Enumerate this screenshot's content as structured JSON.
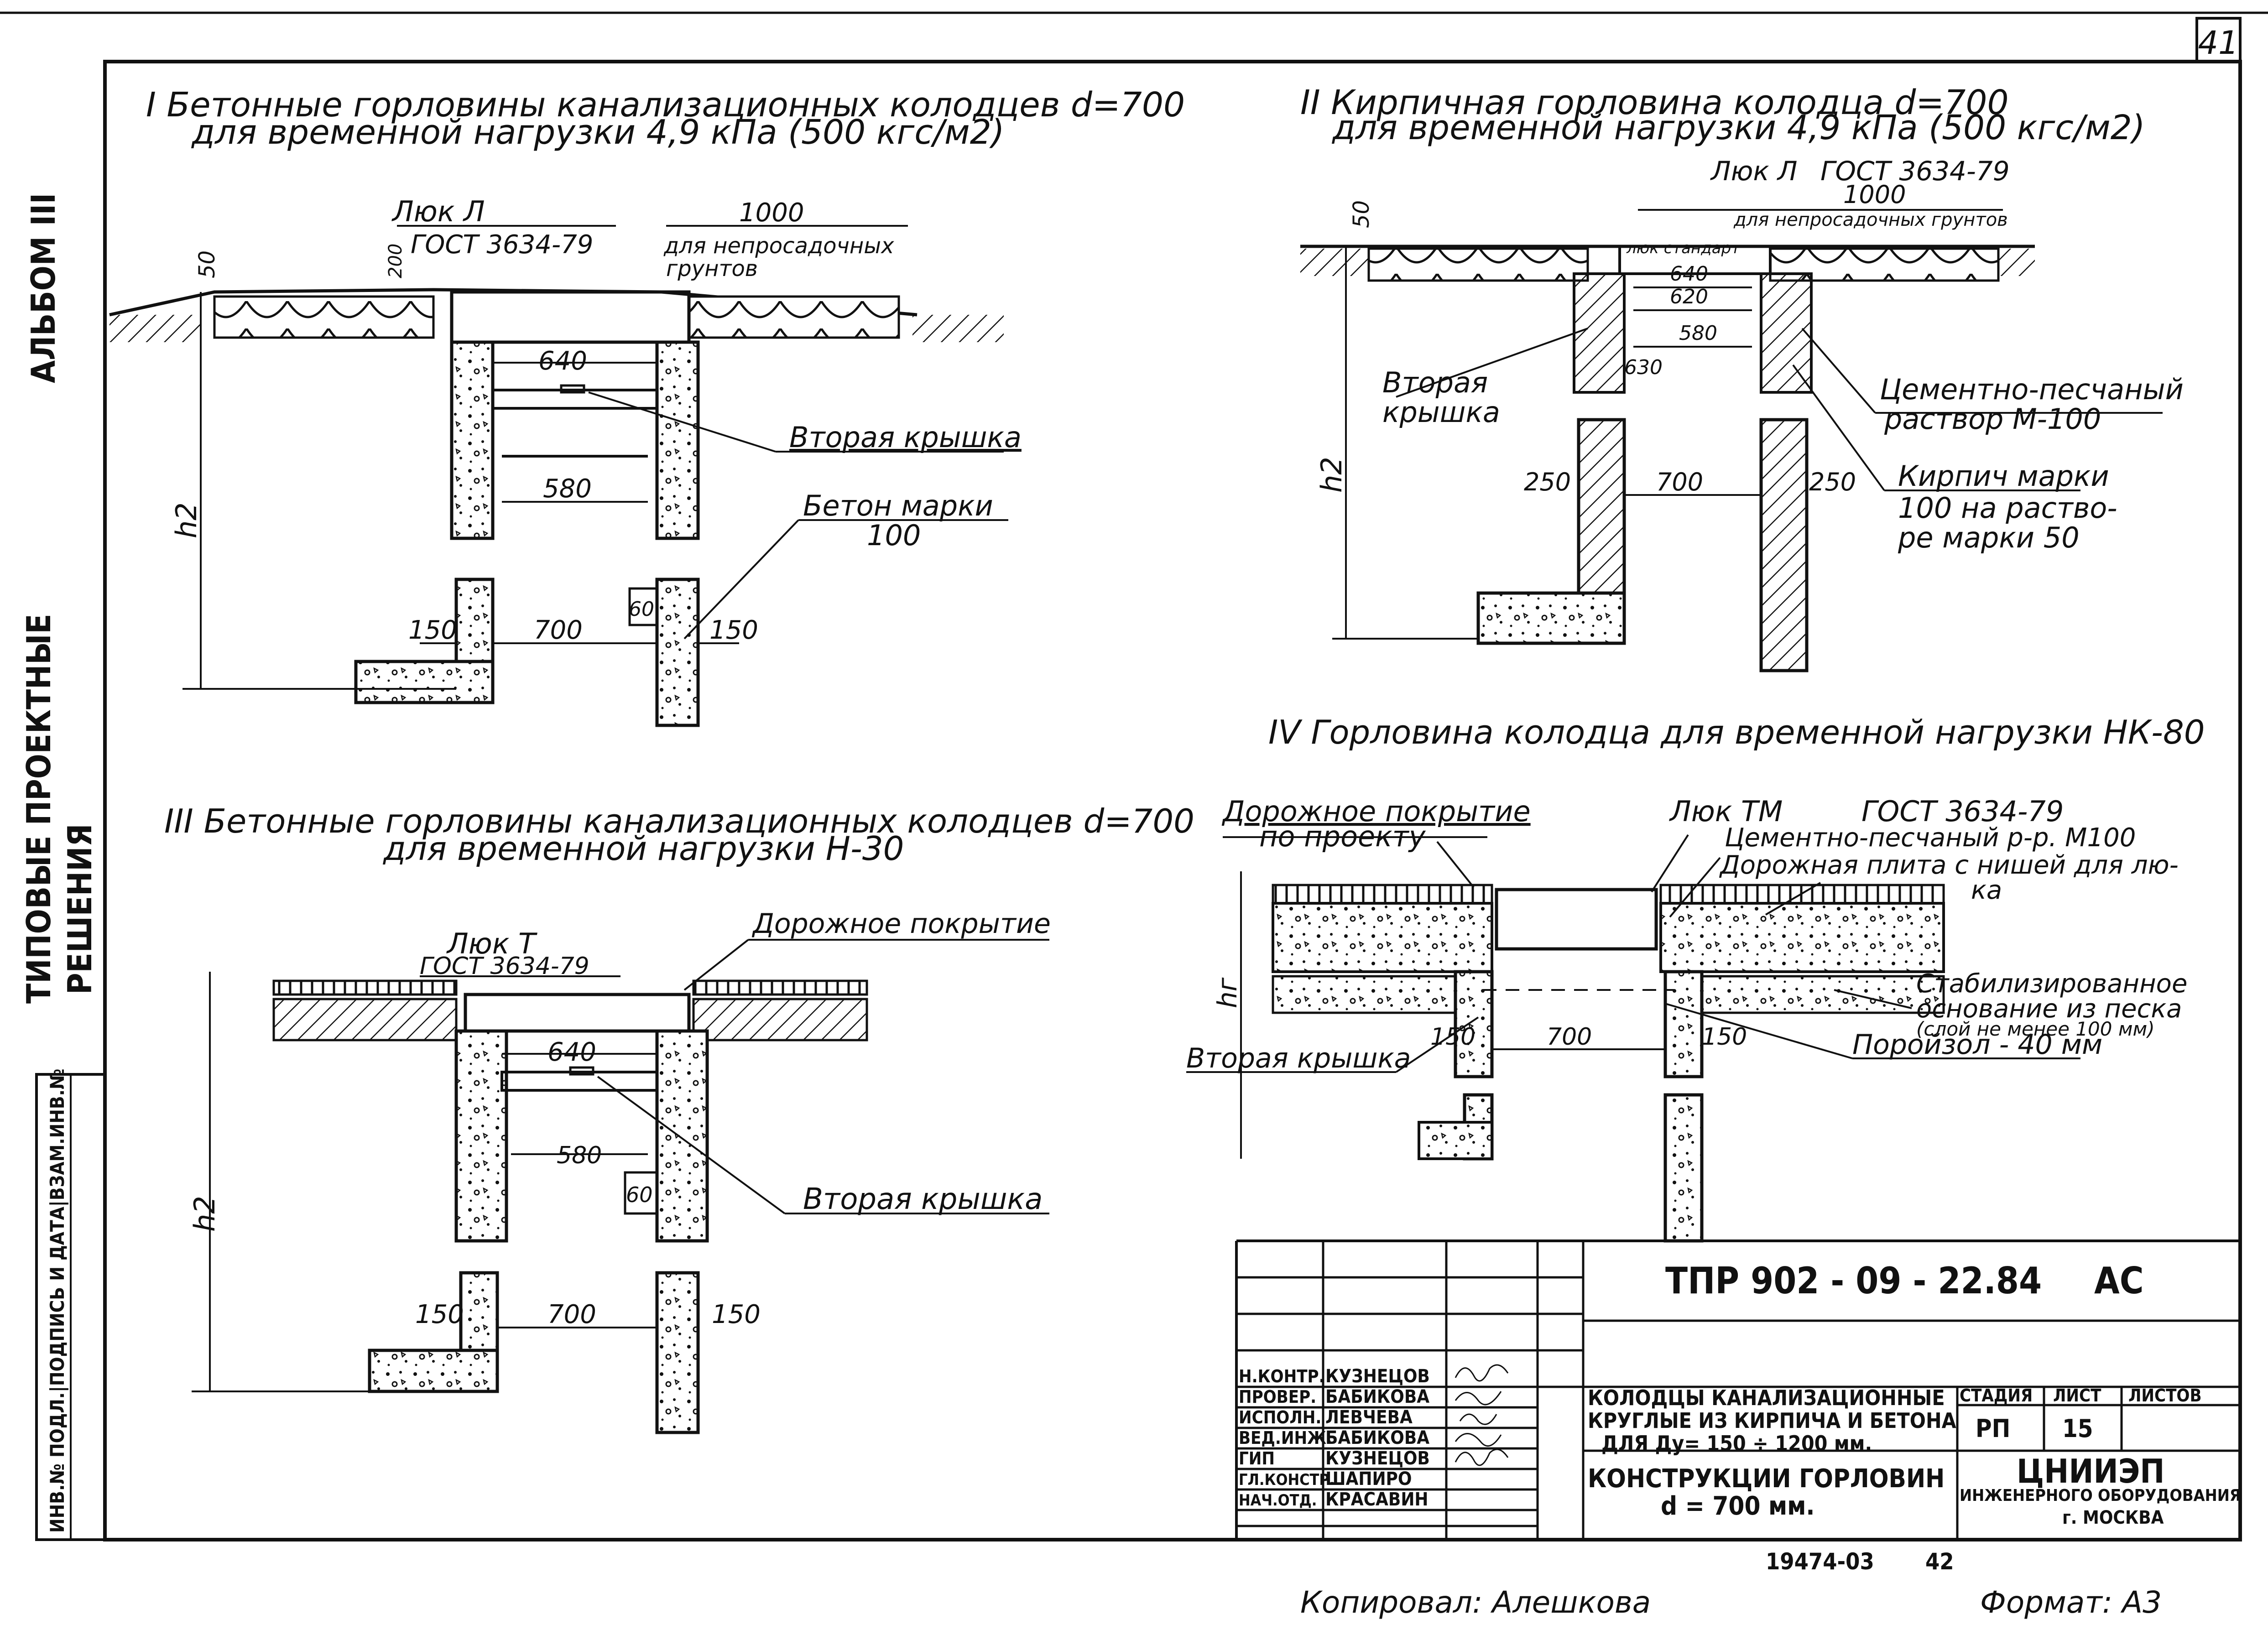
{
  "sheet": {
    "number": "41",
    "copied_by": "Копировал: Алешкова",
    "format": "Формат: А3",
    "archive_no": "19474-03",
    "archive_sub": "42"
  },
  "side": {
    "album": "АЛЬБОМ III",
    "series_line1": "ТИПОВЫЕ ПРОЕКТНЫЕ",
    "series_line2": "РЕШЕНИЯ",
    "stamp": "ИНВ.№ ПОДЛ.|ПОДПИСЬ И ДАТА|ВЗАМ.ИНВ.№"
  },
  "sec1": {
    "title1": "I Бетонные горловины канализационных колодцев d=700",
    "title2": "для временной нагрузки 4,9 кПа (500 кгс/м2)",
    "hatch": "Люк Л",
    "gost": "ГОСТ 3634-79",
    "d1000": "1000",
    "soil1": "для непросадочных",
    "soil2": "грунтов",
    "d50": "50",
    "d200": "200",
    "d640": "640",
    "d580": "580",
    "d700": "700",
    "d150a": "150",
    "d150b": "150",
    "d60": "60",
    "h2": "h2",
    "second_lid": "Вторая крышка",
    "concrete1": "Бетон марки",
    "concrete2": "100"
  },
  "sec2": {
    "title1": "II Кирпичная горловина колодца d=700",
    "title2": "для временной нагрузки 4,9 кПа (500 кгс/м2)",
    "hatch": "Люк Л",
    "gost": "ГОСТ 3634-79",
    "d1000": "1000",
    "soil": "для непросадочных грунтов",
    "std": "люк стандарт",
    "d640": "640",
    "d620": "620",
    "d580": "580",
    "d630": "630",
    "d250a": "250",
    "d700": "700",
    "d250b": "250",
    "d50": "50",
    "h2": "h2",
    "second1": "Вторая",
    "second2": "крышка",
    "mortar1": "Цементно-песчаный",
    "mortar2": "раствор М-100",
    "brick1": "Кирпич марки",
    "brick2": "100 на раство-",
    "brick3": "ре марки 50"
  },
  "sec3": {
    "title1": "III Бетонные горловины канализационных колодцев d=700",
    "title2": "для временной нагрузки Н-30",
    "hatch": "Люк Т",
    "gost": "ГОСТ 3634-79",
    "road": "Дорожное покрытие",
    "d640": "640",
    "d580": "580",
    "d60": "60",
    "d700": "700",
    "d150a": "150",
    "d150b": "150",
    "h2": "h2",
    "second_lid": "Вторая крышка"
  },
  "sec4": {
    "title": "IV Горловина колодца для временной нагрузки НК-80",
    "road1": "Дорожное покрытие",
    "road2": "по проекту",
    "hatch": "Люк ТМ",
    "gost": "ГОСТ 3634-79",
    "mortar": "Цементно-песчаный р-р. М100",
    "plate1": "Дорожная плита с нишей для лю-",
    "plate2": "ка",
    "base1": "Стабилизированное",
    "base2": "основание из песка",
    "base3": "(слой не менее 100 мм)",
    "poroizol": "Поройзол - 40 мм",
    "second_lid": "Вторая крышка",
    "d150a": "150",
    "d700": "700",
    "d150b": "150",
    "hg": "hг"
  },
  "title_block": {
    "code": "ТПР 902 - 09 - 22.84",
    "mark": "АС",
    "roles": [
      "Н.КОНТР.",
      "ПРОВЕР.",
      "ИСПОЛН.",
      "ВЕД.ИНЖ.",
      "ГИП",
      "ГЛ.КОНСТР.",
      "НАЧ.ОТД."
    ],
    "names": [
      "КУЗНЕЦОВ",
      "БАБИКОВА",
      "ЛЕВЧЕВА",
      "БАБИКОВА",
      "КУЗНЕЦОВ",
      "ШАПИРО",
      "КРАСАВИН"
    ],
    "desc1": "КОЛОДЦЫ КАНАЛИЗАЦИОННЫЕ",
    "desc2": "КРУГЛЫЕ ИЗ КИРПИЧА И БЕТОНА",
    "desc3": "ДЛЯ Ду= 150 ÷ 1200 мм.",
    "sheet_title1": "КОНСТРУКЦИИ ГОРЛОВИН",
    "sheet_title2": "d = 700 мм.",
    "h_stage": "СТАДИЯ",
    "h_sheet": "ЛИСТ",
    "h_sheets": "ЛИСТОВ",
    "stage": "РП",
    "sheet_no": "15",
    "org1": "ЦНИИЭП",
    "org2": "ИНЖЕНЕРНОГО ОБОРУДОВАНИЯ",
    "org3": "г. МОСКВА"
  }
}
